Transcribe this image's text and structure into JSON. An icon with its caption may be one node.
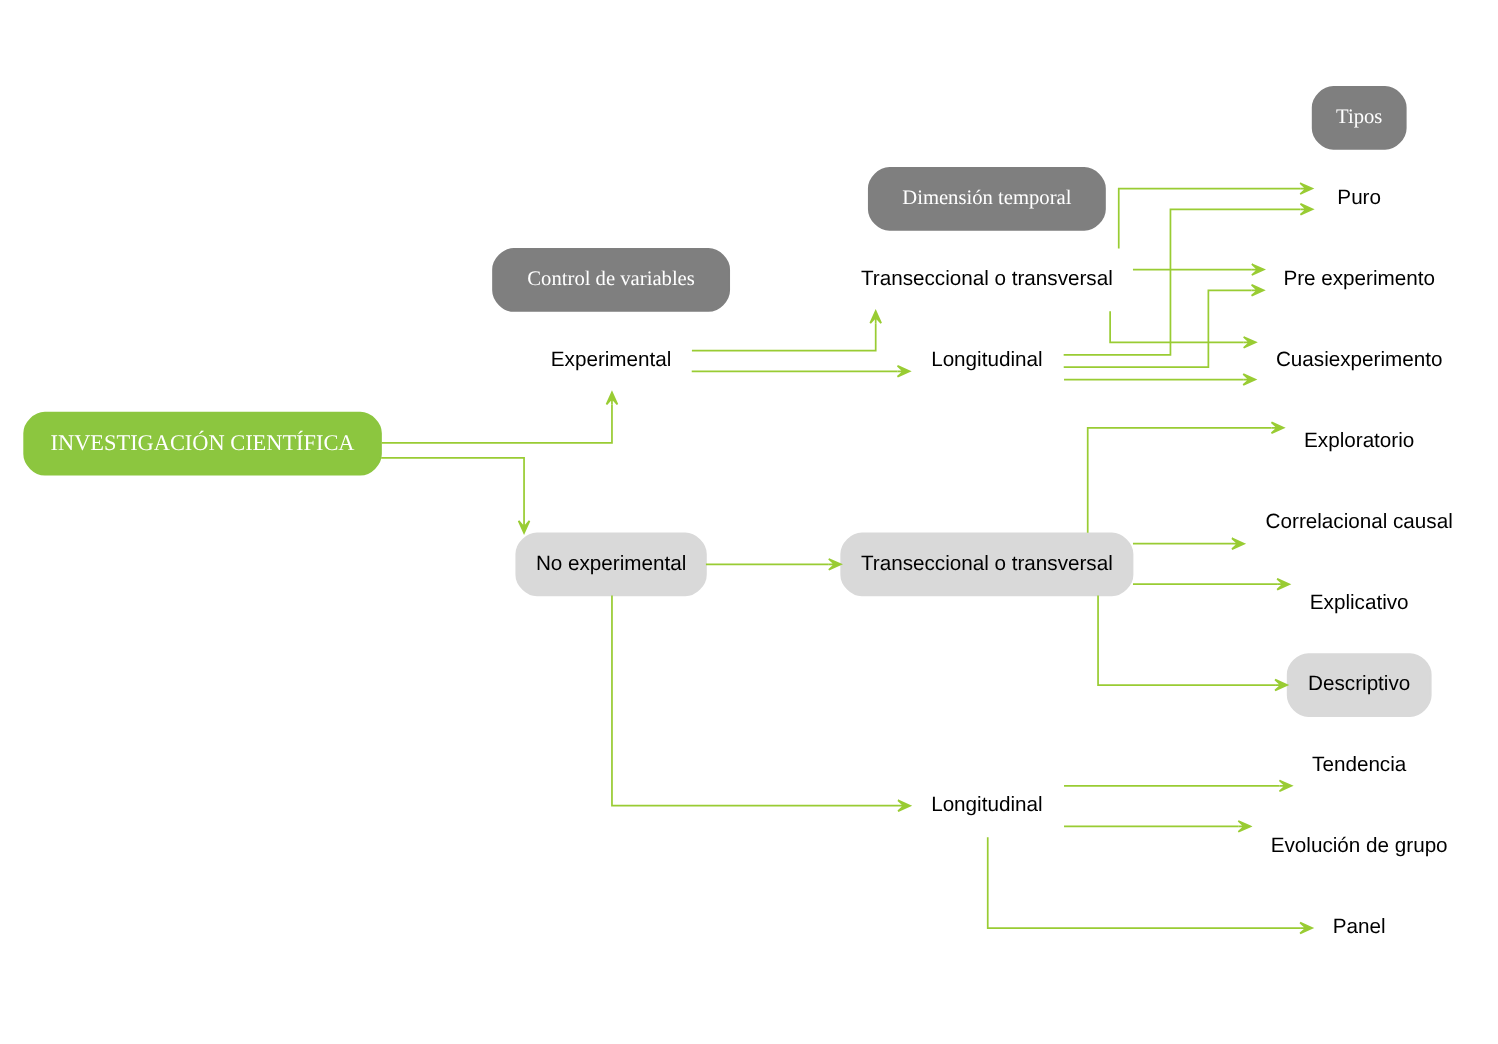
{
  "diagram": {
    "nodes": [
      {
        "text": [
          "INVESTIGACIÓN CIENTÍFICA"
        ]
      },
      {
        "text": [
          "Control de variables"
        ]
      },
      {
        "text": [
          "Dimensión temporal"
        ]
      },
      {
        "text": [
          "Tipos"
        ]
      },
      {
        "text": [
          "Experimental"
        ]
      },
      {
        "text": [
          "No experimental"
        ]
      },
      {
        "text": [
          "Transeccional o transversal"
        ]
      },
      {
        "text": [
          "Longitudinal"
        ]
      },
      {
        "text": [
          "Transeccional o transversal"
        ]
      },
      {
        "text": [
          "Longitudinal"
        ]
      },
      {
        "text": [
          "Puro"
        ]
      },
      {
        "text": [
          "Pre experimento"
        ]
      },
      {
        "text": [
          "Cuasiexperimento"
        ]
      },
      {
        "text": [
          "Explicativo"
        ]
      },
      {
        "text": [
          "Descriptivo"
        ]
      },
      {
        "text": [
          "Exploratorio"
        ]
      },
      {
        "text": [
          "Correlacional causal"
        ]
      },
      {
        "text": [
          "Tendencia"
        ]
      },
      {
        "text": [
          "Evolución de grupo"
        ]
      },
      {
        "text": [
          "Panel"
        ]
      }
    ],
    "edges": [
      {
        "from": 0,
        "to": 4,
        "arrow": "to"
      },
      {
        "from": 0,
        "to": 5,
        "arrow": "to"
      },
      {
        "from": 4,
        "to": 6,
        "arrow": "to"
      },
      {
        "from": 4,
        "to": 7,
        "arrow": "to"
      },
      {
        "from": 6,
        "to": 10,
        "arrow": "to"
      },
      {
        "from": 6,
        "to": 11,
        "arrow": "to"
      },
      {
        "from": 6,
        "to": 12,
        "arrow": "to"
      },
      {
        "from": 7,
        "to": 10,
        "arrow": "to"
      },
      {
        "from": 7,
        "to": 11,
        "arrow": "to"
      },
      {
        "from": 7,
        "to": 12,
        "arrow": "to"
      },
      {
        "from": 5,
        "to": 8,
        "arrow": "to"
      },
      {
        "from": 5,
        "to": 9,
        "arrow": "to"
      },
      {
        "from": 8,
        "to": 13,
        "arrow": "to"
      },
      {
        "from": 8,
        "to": 14,
        "arrow": "to"
      },
      {
        "from": 8,
        "to": 15,
        "arrow": "to"
      },
      {
        "from": 8,
        "to": 16,
        "arrow": "to"
      },
      {
        "from": 9,
        "to": 17,
        "arrow": "to"
      },
      {
        "from": 9,
        "to": 18,
        "arrow": "to"
      },
      {
        "from": 9,
        "to": 19,
        "arrow": "to"
      }
    ]
  }
}
